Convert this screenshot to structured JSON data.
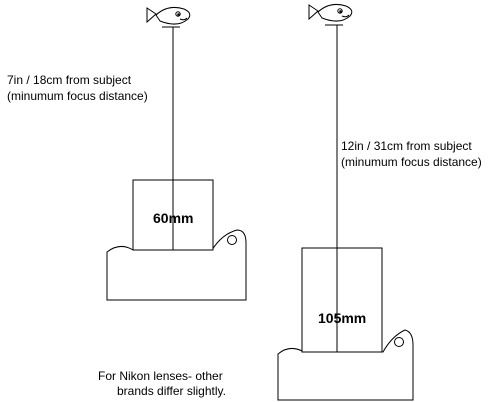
{
  "subjects": [
    {
      "icon": "fish-icon"
    },
    {
      "icon": "fish-icon"
    }
  ],
  "lenses": [
    {
      "focal_length": "60mm",
      "distance_line1": "7in / 18cm from subject",
      "distance_line2": "(minumum focus distance)"
    },
    {
      "focal_length": "105mm",
      "distance_line1": "12in / 31cm from subject",
      "distance_line2": "(minumum focus distance)"
    }
  ],
  "footnote": {
    "line1": "For Nikon lenses- other",
    "line2": "brands differ slightly."
  },
  "colors": {
    "stroke": "#000000",
    "background": "#ffffff"
  }
}
